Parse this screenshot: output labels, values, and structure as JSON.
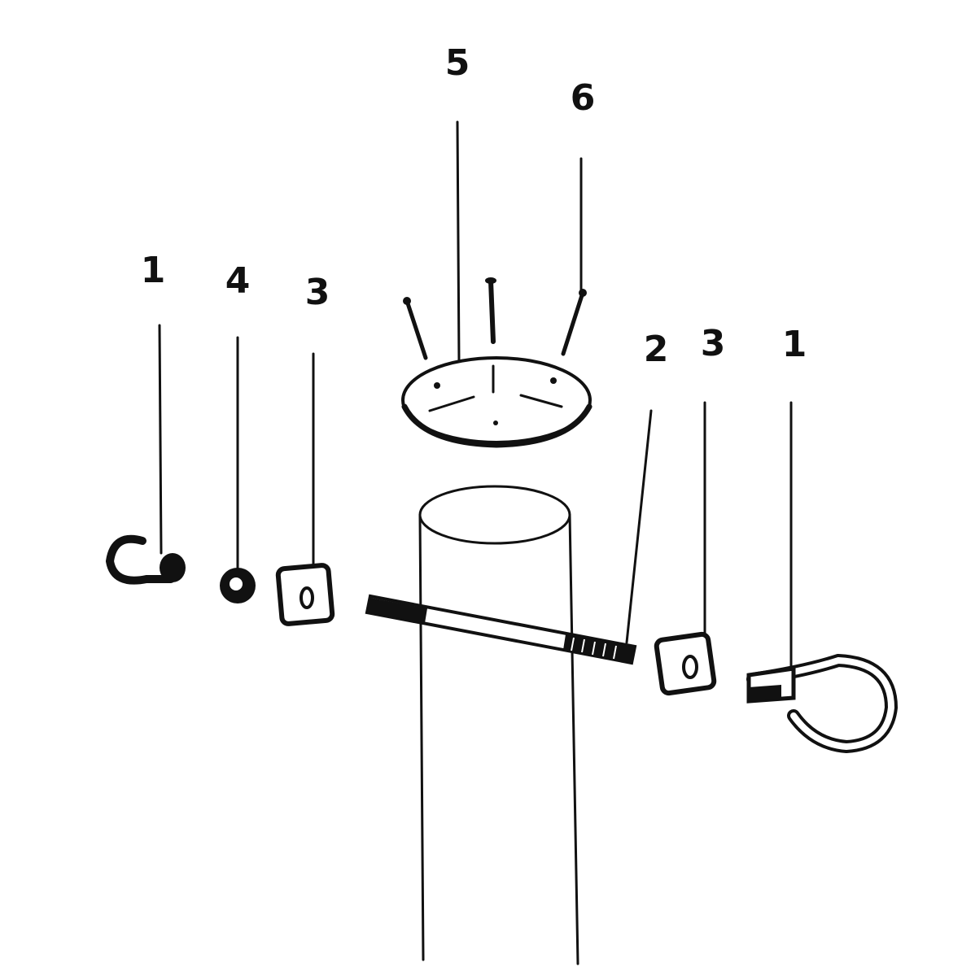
{
  "diagram": {
    "type": "exploded parts drawing",
    "labels": {
      "disc": "5",
      "nails": "6",
      "hook_left": "1",
      "nut": "4",
      "washer_left": "3",
      "bolt": "2",
      "washer_right": "3",
      "hook_right": "1"
    },
    "colors": {
      "ink": "#111111",
      "background": "#ffffff"
    }
  }
}
